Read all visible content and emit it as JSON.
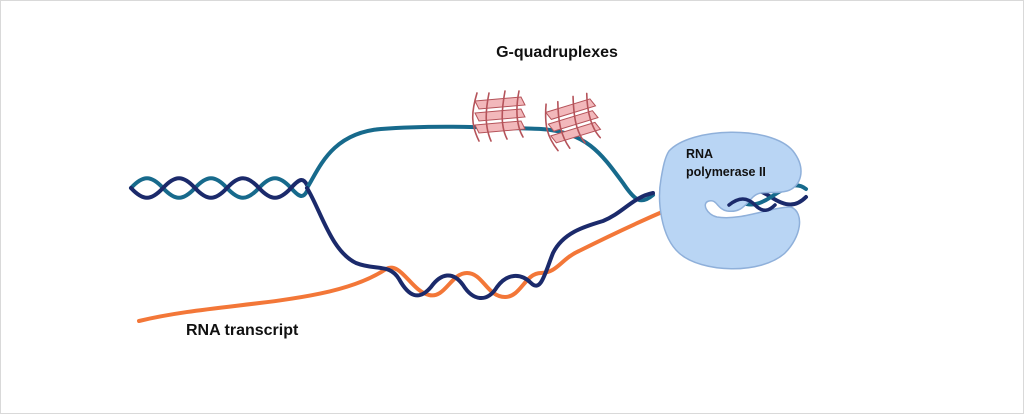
{
  "labels": {
    "g_quadruplexes": "G-quadruplexes",
    "rna_transcript": "RNA transcript",
    "polymerase_line1": "RNA",
    "polymerase_line2": "polymerase II"
  },
  "colors": {
    "template_strand": "#1b2a6b",
    "coding_strand": "#176a8c",
    "rna_transcript": "#f37738",
    "g_quadruplex_fill": "#f2b8bb",
    "g_quadruplex_stroke": "#b5535a",
    "polymerase_fill": "#b9d5f4",
    "polymerase_stroke": "#8fb0da"
  }
}
